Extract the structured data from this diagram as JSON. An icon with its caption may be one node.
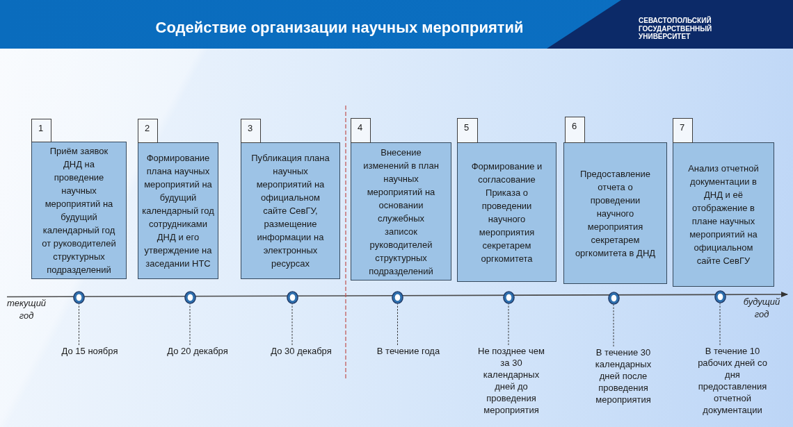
{
  "diagram": {
    "title": "Содействие организации научных мероприятий",
    "nodes": [
      {
        "text": [
          "1"
        ]
      },
      {
        "text": [
          "Приём заявок ДНД на проведение научных мероприятий на будущий календарный год от руководителей структурных подразделений"
        ]
      },
      {
        "text": [
          "2"
        ]
      },
      {
        "text": [
          "Формирование плана научных мероприятий на будущий календарный год сотрудниками ДНД и его утверждение на заседании НТС"
        ]
      },
      {
        "text": [
          "3"
        ]
      },
      {
        "text": [
          "Публикация плана научных мероприятий на официальном сайте СевГУ, размещение информации на электронных ресурсах"
        ]
      },
      {
        "text": [
          "4"
        ]
      },
      {
        "text": [
          "Внесение изменений в план научных мероприятий на основании служебных записок руководителей структурных подразделений"
        ]
      },
      {
        "text": [
          "5"
        ]
      },
      {
        "text": [
          "Формирование и согласование Приказа о проведении научного мероприятия секретарем оргкомитета"
        ]
      },
      {
        "text": [
          "6"
        ]
      },
      {
        "text": [
          "Предоставление отчета о проведении научного мероприятия секретарем оргкомитета в ДНД"
        ]
      },
      {
        "text": [
          "7"
        ]
      },
      {
        "text": [
          "Анализ отчетной документации в ДНД и её отображение в плане научных мероприятий на официальном сайте СевГУ"
        ]
      },
      {
        "text": [],
        "shape": "circle"
      },
      {
        "text": [],
        "shape": "circle"
      },
      {
        "text": [],
        "shape": "circle"
      },
      {
        "text": [],
        "shape": "circle"
      },
      {
        "text": [],
        "shape": "circle"
      },
      {
        "text": [],
        "shape": "circle"
      },
      {
        "text": [],
        "shape": "circle"
      },
      {
        "text": [
          "До 15 ноября"
        ]
      },
      {
        "text": [
          "До 20 декабря"
        ]
      },
      {
        "text": [
          "До 30 декабря"
        ]
      },
      {
        "text": [
          "В течение года"
        ]
      },
      {
        "text": [
          "Не позднее чем за 30 календарных дней до проведения мероприятия"
        ]
      },
      {
        "text": [
          "В течение 30 календарных дней после проведения мероприятия"
        ]
      },
      {
        "text": [
          "В течение 10 рабочих дней со дня предоставления отчетной документации"
        ]
      }
    ],
    "edges": [
      {
        "from": 21,
        "to": 14,
        "arrow": "none",
        "style": "dashed"
      },
      {
        "from": 22,
        "to": 15,
        "arrow": "none",
        "style": "dashed"
      },
      {
        "from": 23,
        "to": 16,
        "arrow": "none",
        "style": "dashed"
      },
      {
        "from": 24,
        "to": 17,
        "arrow": "none",
        "style": "dashed"
      },
      {
        "from": 25,
        "to": 18,
        "arrow": "none",
        "style": "dashed"
      },
      {
        "from": 26,
        "to": 19,
        "arrow": "none",
        "style": "dashed"
      },
      {
        "from": 27,
        "to": 20,
        "arrow": "none",
        "style": "dashed"
      }
    ],
    "labels": [
      "СЕВАСТОПОЛЬСКИЙ ГОСУДАРСТВЕННЫЙ УНИВЕРСИТЕТ",
      "текущий год",
      "будущий год"
    ]
  }
}
